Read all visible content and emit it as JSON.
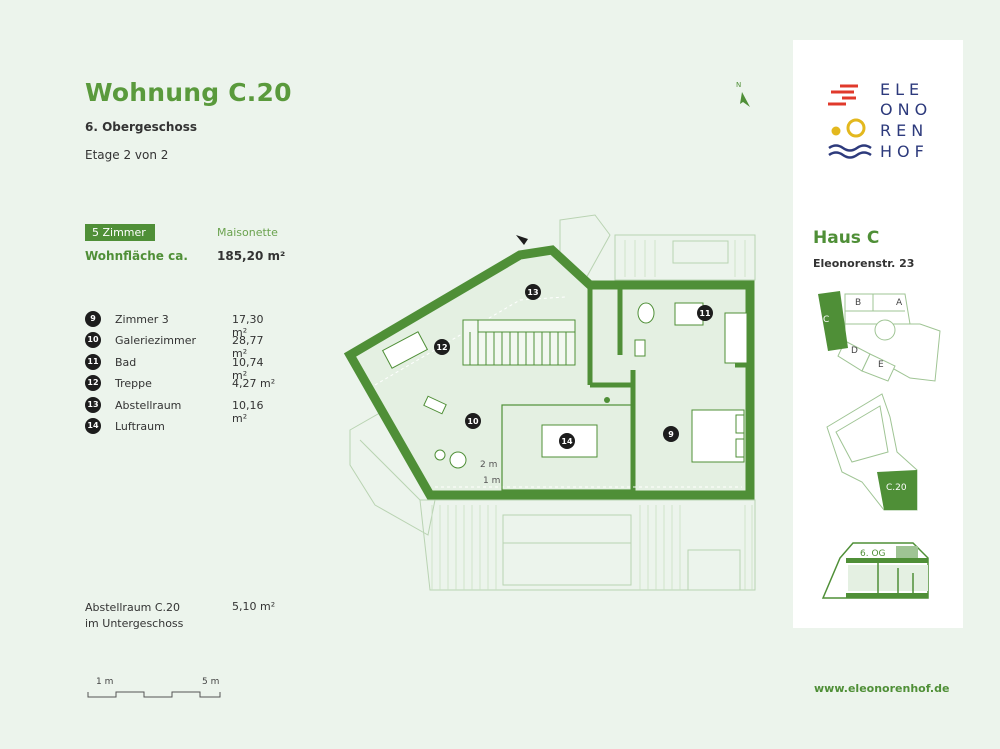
{
  "header": {
    "title": "Wohnung C.20",
    "floor": "6. Obergeschoss",
    "level": "Etage 2 von 2"
  },
  "summary": {
    "rooms_badge": "5 Zimmer",
    "type": "Maisonette",
    "area_label": "Wohnfläche ca.",
    "area_value": "185,20 m²"
  },
  "rooms": [
    {
      "num": "9",
      "name": "Zimmer 3",
      "area": "17,30 m²"
    },
    {
      "num": "10",
      "name": "Galeriezimmer",
      "area": "28,77 m²"
    },
    {
      "num": "11",
      "name": "Bad",
      "area": "10,74 m²"
    },
    {
      "num": "12",
      "name": "Treppe",
      "area": "4,27 m²"
    },
    {
      "num": "13",
      "name": "Abstellraum",
      "area": "10,16 m²"
    },
    {
      "num": "14",
      "name": "Luftraum",
      "area": ""
    }
  ],
  "storage": {
    "line1": "Abstellraum C.20",
    "line2": "im Untergeschoss",
    "value": "5,10 m²"
  },
  "scale": {
    "small": "1 m",
    "large": "5 m"
  },
  "plan": {
    "compass": "N",
    "label_2m": "2 m",
    "label_1m": "1 m",
    "markers": [
      "13",
      "12",
      "11",
      "10",
      "14",
      "9"
    ]
  },
  "brand": {
    "logo_lines": [
      "ELE",
      "ONO",
      "REN",
      "HOF"
    ],
    "house": "Haus C",
    "street": "Eleonorenstr. 23",
    "site_labels": [
      "A",
      "B",
      "C",
      "D",
      "E"
    ],
    "unit": "C.20",
    "section_label": "6. OG",
    "website": "www.eleonorenhof.de"
  },
  "colors": {
    "accent": "#4f8f37",
    "background": "#ecf4ec",
    "wall": "#4f8f37",
    "logo_blue": "#2d3a7c",
    "logo_red": "#e0392b",
    "logo_yellow": "#e3b81e"
  }
}
